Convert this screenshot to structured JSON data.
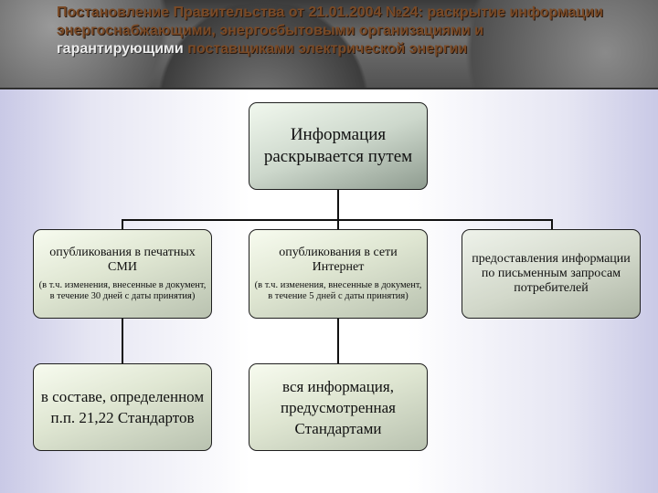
{
  "title": {
    "part1": "Постановление Правительства от 21.01.2004 №24: раскрытие информации энергоснабжающими, энергосбытовыми организациями и ",
    "part2": "гарантирующими",
    "part3": " поставщиками электрической энергии"
  },
  "root": {
    "line1": "Информация",
    "line2": "раскрывается путем"
  },
  "branches": [
    {
      "main": "опубликования в печатных СМИ",
      "sub": "(в т.ч. изменения, внесенные в документ, в течение 30 дней с даты принятия)"
    },
    {
      "main": "опубликования в сети Интернет",
      "sub": "(в т.ч. изменения, внесенные в документ, в течение 5 дней с даты принятия)"
    },
    {
      "main": "предоставления информации по письменным запросам потребителей"
    }
  ],
  "details": [
    {
      "text": "в составе, определенном п.п. 21,22 Стандартов"
    },
    {
      "text": "вся информация, предусмотренная Стандартами"
    }
  ]
}
